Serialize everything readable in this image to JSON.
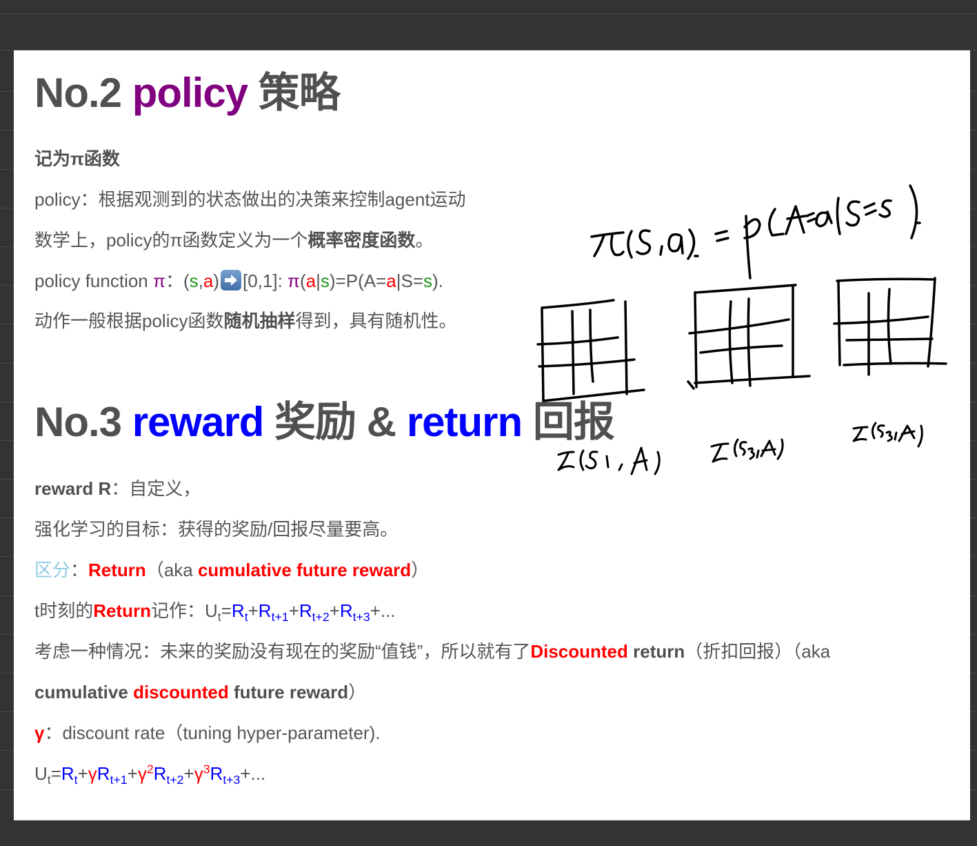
{
  "section2": {
    "heading_prefix": "No.2 ",
    "heading_keyword": "policy",
    "heading_cn": " 策略",
    "lines": {
      "l1": "记为π函数",
      "l2": "policy：根据观测到的状态做出的决策来控制agent运动",
      "l3_a": "数学上，policy的π函数定义为一个",
      "l3_b": "概率密度函数",
      "l3_c": "。",
      "l4": {
        "a": "policy function ",
        "pi": "π",
        "b": "：(",
        "s": "s",
        "comma": ",",
        "a_var": "a",
        "c": ")",
        "arrow_icon": "right-arrow-emoji",
        "d": "[0,1]: ",
        "pi2": "π",
        "e": "(",
        "a2": "a",
        "f": "|",
        "s2": "s",
        "g": ")=P(A=",
        "a3": "a",
        "h": "|S=",
        "s3": "s",
        "i": ")."
      },
      "l5_a": "动作一般根据policy函数",
      "l5_b": "随机抽样",
      "l5_c": "得到，具有随机性。"
    }
  },
  "section3": {
    "heading_prefix": "No.3 ",
    "heading_kw1": "reward",
    "heading_cn1": " 奖励 & ",
    "heading_kw2": "return",
    "heading_cn2": " 回报",
    "lines": {
      "l1_a": "reward R",
      "l1_b": "：自定义，",
      "l2": "强化学习的目标：获得的奖励/回报尽量要高。",
      "l3": {
        "a": "区分",
        "b": "：",
        "c": "Return",
        "d": "（aka ",
        "e": "cumulative future reward",
        "f": "）"
      },
      "l4": {
        "a": "t时刻的",
        "b": "Return",
        "c": "记作：U",
        "c_sub": "t",
        "d": "=",
        "t1": "R",
        "t1_sub": "t",
        "p1": "+",
        "t2": "R",
        "t2_sub": "t+1",
        "p2": "+",
        "t3": "R",
        "t3_sub": "t+2",
        "p3": "+",
        "t4": "R",
        "t4_sub": "t+3",
        "end": "+..."
      },
      "l5": {
        "a": "考虑一种情况：未来的奖励没有现在的奖励“值钱”，所以就有了",
        "b": "Discounted",
        "c": " return",
        "d": "（折扣回报）（aka"
      },
      "l6": {
        "a": "cumulative ",
        "b": "discounted",
        "c": " future reward",
        "d": "）"
      },
      "l7": {
        "a": "γ",
        "b": "：discount rate（tuning hyper-parameter)."
      },
      "l8": {
        "u": "U",
        "u_sub": "t",
        "eq": "=",
        "r0": "R",
        "r0_sub": "t",
        "p1": "+",
        "g1": "γ",
        "r1": "R",
        "r1_sub": "t+1",
        "p2": "+",
        "g2": "γ",
        "g2_sup": "2",
        "r2": "R",
        "r2_sub": "t+2",
        "p3": "+",
        "g3": "γ",
        "g3_sup": "3",
        "r3": "R",
        "r3_sub": "t+3",
        "end": "+..."
      }
    }
  },
  "handwriting": {
    "formula": "π(s,a) = P(A=a|S=s)",
    "grid_labels": [
      "π(S1, A)",
      "π(S3, A)",
      "π(S3, A)"
    ]
  },
  "colors": {
    "background": "#333333",
    "page": "#ffffff",
    "text": "#555555",
    "heading": "#505050",
    "purple": "#800080",
    "blue": "#0000ff",
    "red": "#ff0000",
    "green": "#1e9a1e",
    "light_blue": "#8fcbe0"
  }
}
